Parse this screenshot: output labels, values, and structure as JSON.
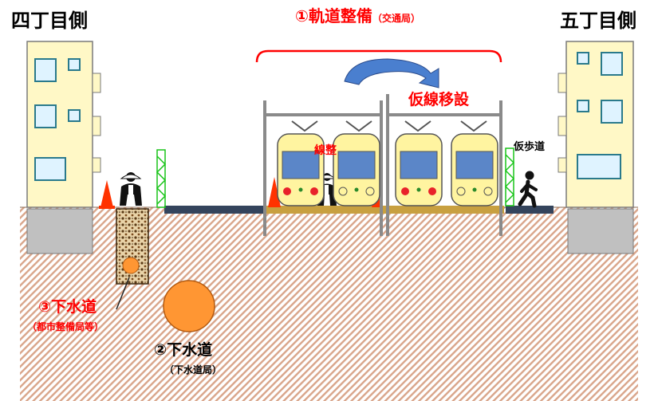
{
  "left_side_label": "四丁目側",
  "right_side_label": "五丁目側",
  "track_work": {
    "title": "①軌道整備",
    "agency": "（交通局）"
  },
  "temporary_track_label": "仮線移設",
  "temporary_sidewalk_label": "仮歩道",
  "hidden_track_label_fragment": "線整",
  "sewer_left": {
    "title": "③下水道",
    "agency": "（都市整備局等）"
  },
  "sewer_center": {
    "title": "②下水道",
    "agency": "（下水道局）"
  },
  "colors": {
    "red_text": "#ff0000",
    "ground_stripe": "#d9a58a",
    "building": "#fff8c6",
    "tram_body": "#fff4a0",
    "tram_window": "#5b86c8",
    "pipe_orange": "#ff9633",
    "arrow_blue": "#4a7fcf",
    "fence_green": "#19c419",
    "pavement": "#34445c"
  }
}
